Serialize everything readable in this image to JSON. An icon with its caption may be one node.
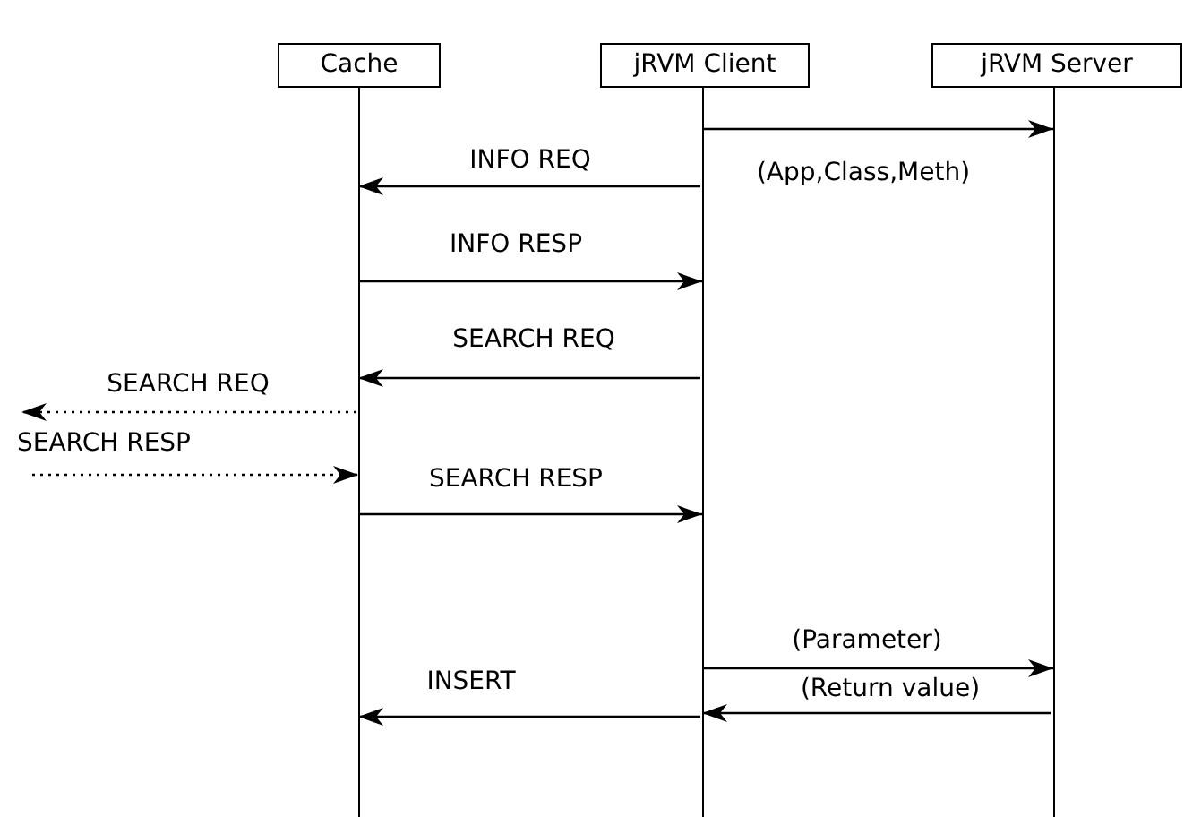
{
  "diagram": {
    "nodes": [
      {
        "text": [
          "Cache"
        ]
      },
      {
        "text": [
          "jRVM Client"
        ]
      },
      {
        "text": [
          "jRVM Server"
        ]
      },
      {
        "text": [],
        "shape": "line"
      },
      {
        "text": [],
        "shape": "line"
      },
      {
        "text": [],
        "shape": "line"
      }
    ],
    "edges": [
      {
        "from": 4,
        "to": 5,
        "arrow": "to",
        "label": "(App,Class,Meth)"
      },
      {
        "from": 4,
        "to": 3,
        "arrow": "to",
        "label": "INFO REQ"
      },
      {
        "from": 3,
        "to": 4,
        "arrow": "to",
        "label": "INFO RESP"
      },
      {
        "from": 4,
        "to": 3,
        "arrow": "to",
        "label": "SEARCH REQ"
      },
      {
        "from": 3,
        "to": null,
        "arrow": "to",
        "label": "SEARCH REQ",
        "style": "dashed"
      },
      {
        "from": null,
        "to": 3,
        "arrow": "to",
        "label": "SEARCH RESP",
        "style": "dashed"
      },
      {
        "from": 3,
        "to": 4,
        "arrow": "to",
        "label": "SEARCH RESP"
      },
      {
        "from": 4,
        "to": 5,
        "arrow": "to",
        "label": "(Parameter)"
      },
      {
        "from": 5,
        "to": 4,
        "arrow": "to",
        "label": "(Return value)"
      },
      {
        "from": 4,
        "to": 3,
        "arrow": "to",
        "label": "INSERT"
      }
    ]
  }
}
